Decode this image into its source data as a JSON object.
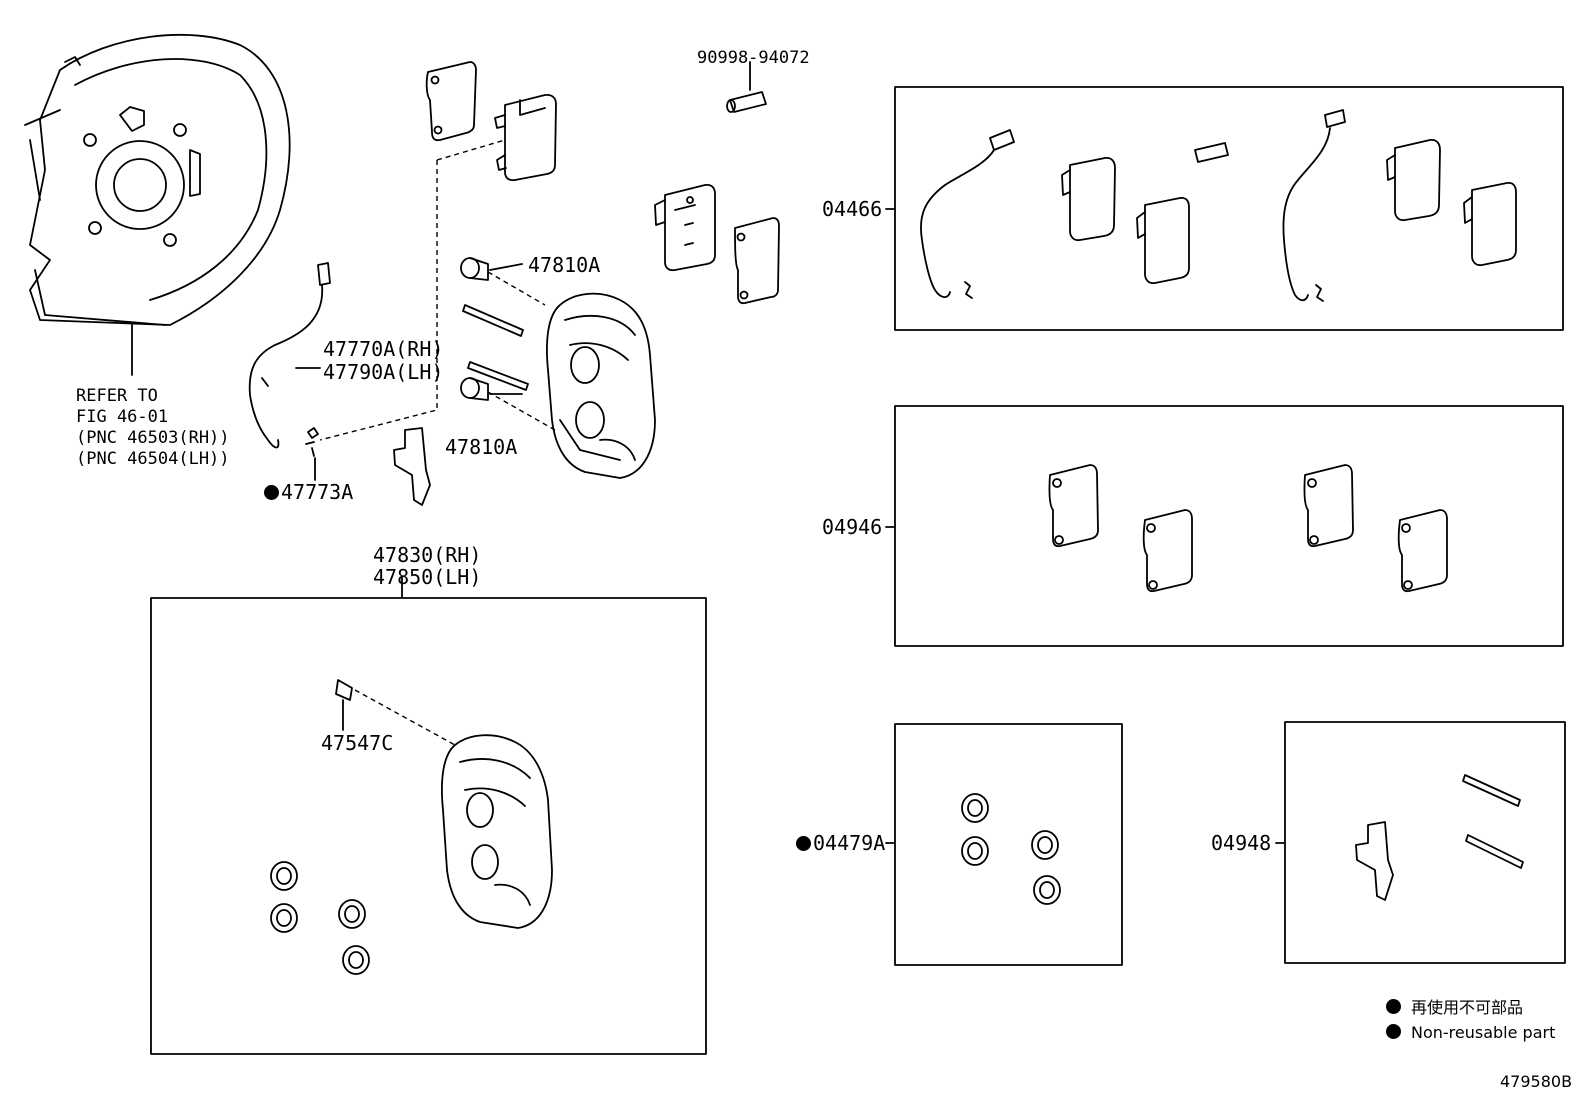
{
  "labels": {
    "refer_to": [
      "REFER TO",
      "FIG 46-01",
      "(PNC 46503(RH))",
      "(PNC 46504(LH))"
    ],
    "part_47770a": "47770A(RH)",
    "part_47790a": "47790A(LH)",
    "part_47773a": "47773A",
    "part_47810a_top": "47810A",
    "part_47810a_bottom": "47810A",
    "part_90998": "90998-94072",
    "part_47830": "47830(RH)",
    "part_47850": "47850(LH)",
    "part_47547c": "47547C",
    "kit_04466": "04466",
    "kit_04946": "04946",
    "kit_04479a": "04479A",
    "kit_04948": "04948"
  },
  "legend": {
    "japanese": "再使用不可部品",
    "english": "Non-reusable part"
  },
  "figure_code": "479580B"
}
